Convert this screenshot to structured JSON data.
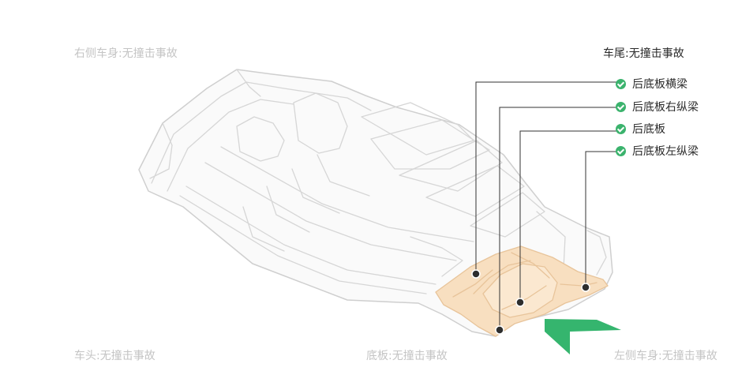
{
  "zones": {
    "right_side": "右侧车身:无撞击事故",
    "rear": "车尾:无撞击事故",
    "front": "车头:无撞击事故",
    "floor": "底板:无撞击事故",
    "left_side": "左侧车身:无撞击事故"
  },
  "parts": [
    {
      "label": "后底板横梁",
      "status_icon": "check-icon"
    },
    {
      "label": "后底板右纵梁",
      "status_icon": "check-icon"
    },
    {
      "label": "后底板",
      "status_icon": "check-icon"
    },
    {
      "label": "后底板左纵梁",
      "status_icon": "check-icon"
    }
  ],
  "colors": {
    "ok": "#3bb36d",
    "highlight_fill": "#f8dfc0",
    "highlight_stroke": "#e8c49a",
    "outline": "#cfcfcf",
    "leader": "#333333",
    "muted_text": "#c4c4c4",
    "arrow": "#35b56e"
  }
}
